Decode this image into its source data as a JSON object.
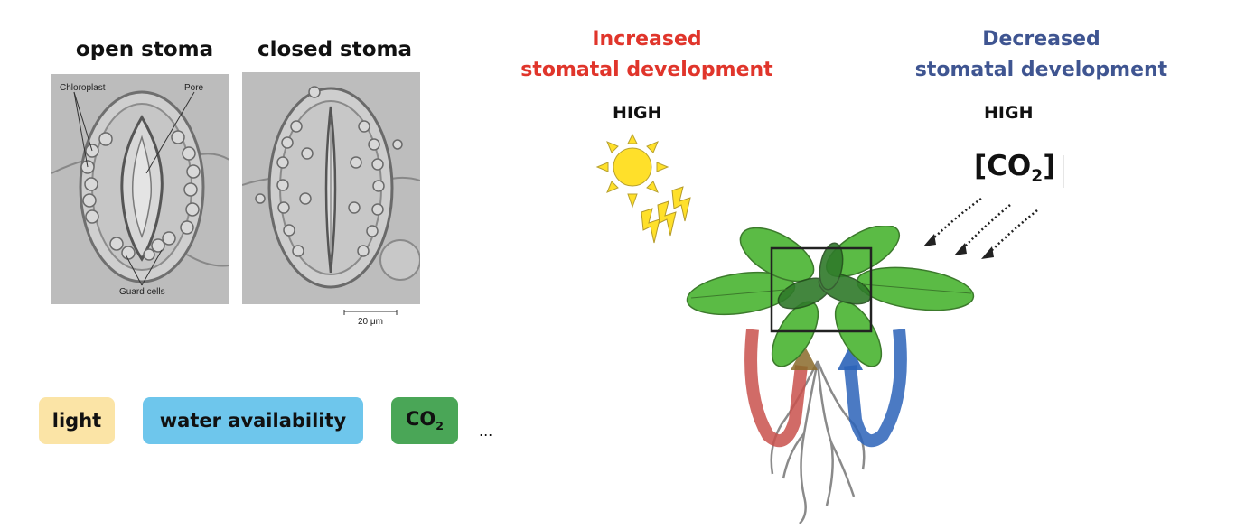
{
  "micrographs": {
    "open_title": "open stoma",
    "closed_title": "closed stoma",
    "labels": {
      "chloroplast": "Chloroplast",
      "pore": "Pore",
      "guard_cells": "Guard cells"
    },
    "scale_bar": "20 μm"
  },
  "factors": {
    "light": "light",
    "water": "water availability",
    "co2_base": "CO",
    "co2_sub": "2",
    "more": "..."
  },
  "left_effect": {
    "line1": "Increased",
    "line2": "stomatal development",
    "level": "HIGH",
    "color": "#e0352b"
  },
  "right_effect": {
    "line1": "Decreased",
    "line2": "stomatal development",
    "level": "HIGH",
    "co2_open": "[CO",
    "co2_sub": "2",
    "co2_close": "]",
    "color": "#3f5591"
  },
  "colors": {
    "light_chip": "#fbe4a6",
    "water_chip": "#6ec6ec",
    "co2_chip": "#4aa657",
    "leaf": "#5bbb45",
    "sun": "#ffe02a",
    "red_arrow": "#c9514c",
    "blue_arrow": "#2b63b8"
  }
}
